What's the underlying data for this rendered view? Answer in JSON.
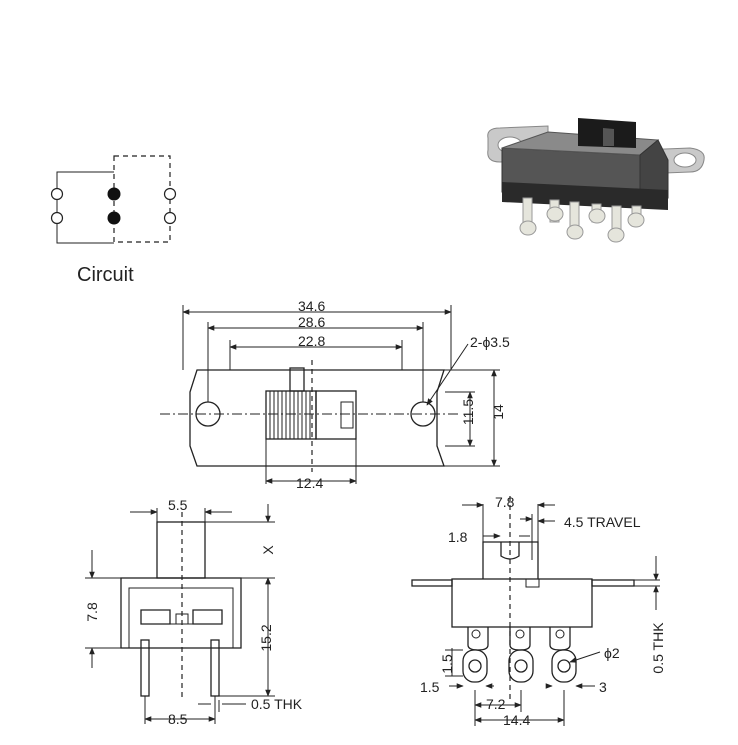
{
  "circuit": {
    "label": "Circuit"
  },
  "top_view": {
    "width_overall": "34.6",
    "width_holes": "28.6",
    "width_body": "22.8",
    "hole_note": "2-ϕ3.5",
    "height_inner": "11.5",
    "height_overall": "14",
    "actuator_width": "12.4"
  },
  "side_view": {
    "knob_width": "5.5",
    "knob_height": "X",
    "body_height": "7.8",
    "pin_length": "15.2",
    "pin_pitch": "8.5",
    "thickness": "0.5 THK"
  },
  "front_view": {
    "slot_width": "7.8",
    "travel": "4.5 TRAVEL",
    "slot_offset": "1.8",
    "plate_thickness": "0.5 THK",
    "pin_hole": "ϕ2",
    "pin_offset_v": "1.5",
    "pin_offset_h": "1.5",
    "pin_pitch": "7.2",
    "pin_span": "14.4",
    "pin_edge": "3"
  }
}
